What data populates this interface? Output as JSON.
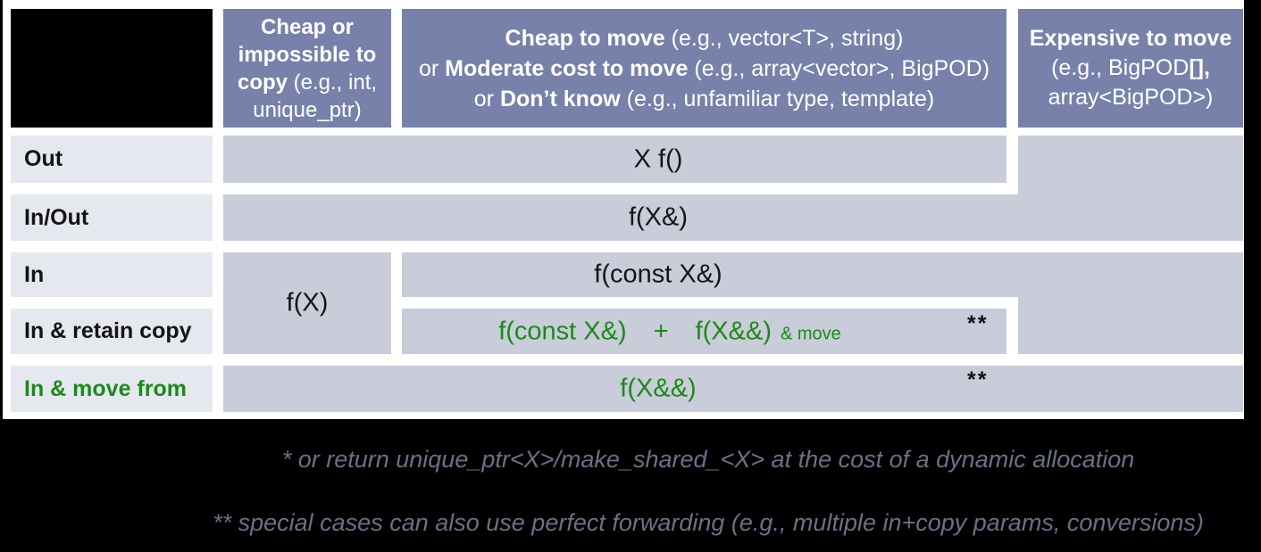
{
  "slide": {
    "table": {
      "column_headers": {
        "cheap_copy": {
          "bold": "Cheap or impossible to copy",
          "rest": " (e.g., int, unique_ptr)"
        },
        "cheap_move": {
          "lines": [
            {
              "pre": "",
              "bold": "Cheap to move",
              "rest": " (e.g., vector<T>, string)"
            },
            {
              "pre": "or ",
              "bold": "Moderate cost to move",
              "rest": " (e.g., array<vector>, BigPOD)"
            },
            {
              "pre": "or ",
              "bold": "Don’t know",
              "rest": " (e.g., unfamiliar type, template)"
            }
          ]
        },
        "expensive_move": {
          "line1_bold": "Expensive to move",
          "line2_pre": "(e.g., BigPOD",
          "line2_bold": "[],",
          "line3": "array<BigPOD>)"
        }
      },
      "row_headers": {
        "out": "Out",
        "inout": "In/Out",
        "in": "In",
        "retain": "In & retain copy",
        "move": "In & move from"
      },
      "cells": {
        "out_return": "X f()",
        "inout_ref": "f(X&)",
        "in_value": "f(X)",
        "in_const_ref": "f(const X&)",
        "retain_const_ref": "f(const X&)",
        "retain_plus": "+",
        "retain_rvalue": "f(X&&)",
        "retain_suffix": "& move",
        "retain_marker": "**",
        "move_rvalue": "f(X&&)",
        "move_marker": "**"
      }
    },
    "footnotes": {
      "first": "* or return unique_ptr<X>/make_shared_<X> at the cost of a dynamic allocation",
      "second": "** special cases can also use perfect forwarding (e.g., multiple in+copy params, conversions)"
    },
    "colors": {
      "background": "#000000",
      "header_bg": "#7781a9",
      "cell_bg": "#c9ccd9",
      "row_label_bg": "#e6e8ef",
      "accent_green": "#1b8a1b",
      "footnote_text": "#6b7184"
    }
  }
}
